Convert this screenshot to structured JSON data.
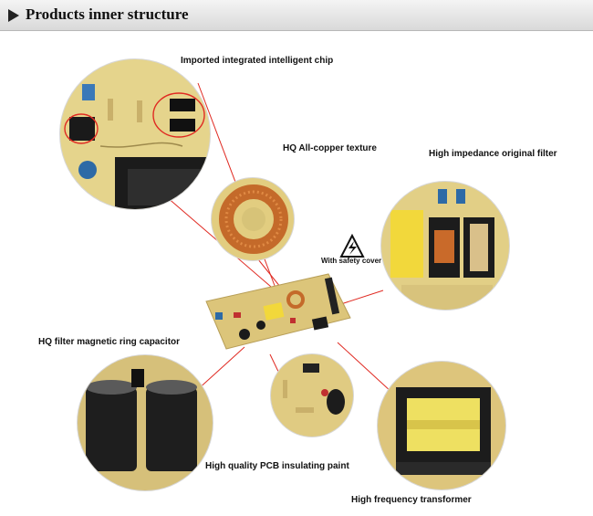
{
  "header": {
    "title": "Products inner structure"
  },
  "labels": {
    "chip": "Imported integrated intelligent chip",
    "copper": "HQ All-copper texture",
    "filter": "High impedance original filter",
    "safety": "With safety cover",
    "ring": "HQ filter magnetic ring capacitor",
    "paint": "High quality PCB insulating paint",
    "transformer": "High frequency transformer"
  },
  "colors": {
    "pointer": "#e02a22",
    "pcb": "#d9c27a",
    "accent": "#f2d83b"
  }
}
